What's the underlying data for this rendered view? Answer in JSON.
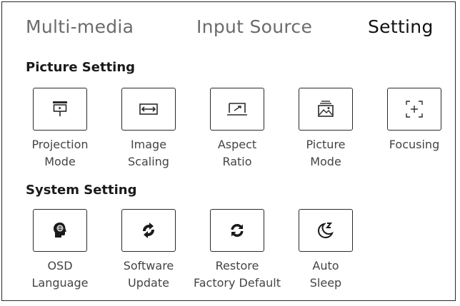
{
  "tabs": [
    {
      "label": "Multi-media",
      "active": false
    },
    {
      "label": "Input Source",
      "active": false
    },
    {
      "label": "Setting",
      "active": true
    }
  ],
  "picture_setting": {
    "title": "Picture Setting",
    "items": [
      {
        "label": "Projection\nMode",
        "icon": "projection-mode-icon"
      },
      {
        "label": "Image\nScaling",
        "icon": "image-scaling-icon"
      },
      {
        "label": "Aspect\nRatio",
        "icon": "aspect-ratio-icon"
      },
      {
        "label": "Picture\nMode",
        "icon": "picture-mode-icon"
      },
      {
        "label": "Focusing",
        "icon": "focusing-icon"
      }
    ]
  },
  "system_setting": {
    "title": "System Setting",
    "items": [
      {
        "label": "OSD\nLanguage",
        "icon": "osd-language-icon"
      },
      {
        "label": "Software\nUpdate",
        "icon": "software-update-icon"
      },
      {
        "label": "Restore\nFactory Default",
        "icon": "restore-factory-default-icon"
      },
      {
        "label": "Auto\nSleep",
        "icon": "auto-sleep-icon"
      }
    ]
  },
  "colors": {
    "border": "#2a2a2a",
    "text": "#444444",
    "active_tab": "#111111",
    "inactive_tab": "#6b6b6b"
  }
}
